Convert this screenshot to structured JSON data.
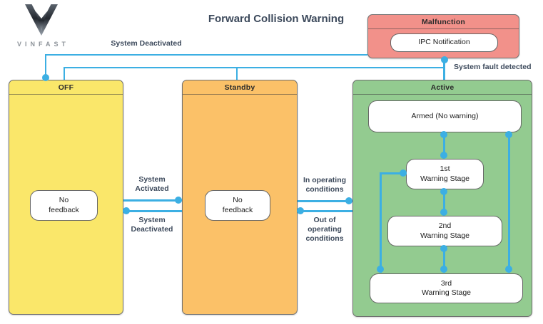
{
  "brand": "VINFAST",
  "title": "Forward Collision Warning",
  "colors": {
    "off": "#FAE76A",
    "standby": "#FBC168",
    "active": "#93CB90",
    "malfunction": "#F2918A",
    "line": "#3CAFE3",
    "label": "#3D4A5C"
  },
  "states": {
    "off": {
      "title": "OFF",
      "feedback": "No\nfeedback"
    },
    "standby": {
      "title": "Standby",
      "feedback": "No\nfeedback"
    },
    "active": {
      "title": "Active",
      "armed": "Armed (No warning)",
      "stage1": "1st\nWarning Stage",
      "stage2": "2nd\nWarning Stage",
      "stage3": "3rd\nWarning Stage"
    },
    "malfunction": {
      "title": "Malfunction",
      "notification": "IPC Notification"
    }
  },
  "labels": {
    "system_deactivated_top": "System Deactivated",
    "system_fault_detected": "System fault detected",
    "system_activated": "System\nActivated",
    "system_deactivated": "System\nDeactivated",
    "in_operating_conditions": "In operating\nconditions",
    "out_of_operating_conditions": "Out of\noperating\nconditions"
  }
}
